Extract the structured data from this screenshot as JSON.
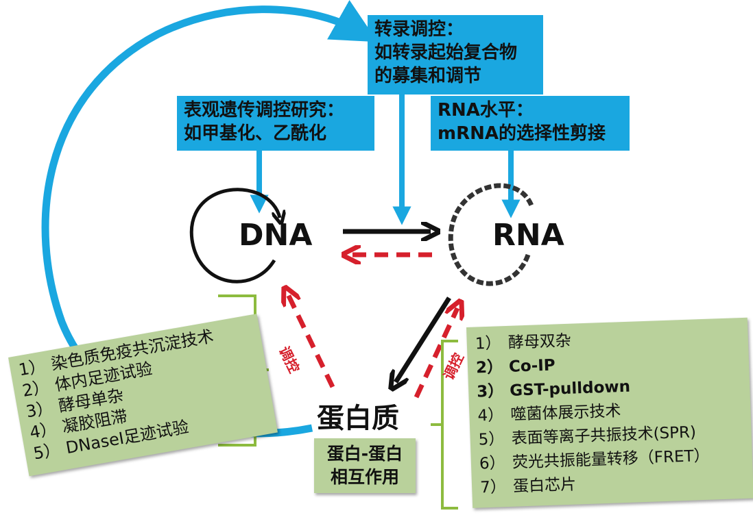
{
  "top_box": {
    "lines": [
      "转录调控：",
      "如转录起始复合物",
      "的募集和调节"
    ]
  },
  "left_box": {
    "lines": [
      "表观遗传调控研究：",
      "如甲基化、乙酰化"
    ]
  },
  "right_box": {
    "lines": [
      "RNA水平：",
      "mRNA的选择性剪接"
    ]
  },
  "nodes": {
    "dna": "DNA",
    "rna": "RNA",
    "protein": "蛋白质"
  },
  "ppi_box": {
    "lines": [
      "蛋白-蛋白",
      "相互作用"
    ]
  },
  "regulate_label": "调控",
  "left_methods": [
    {
      "num": "1）",
      "text": "染色质免疫共沉淀技术"
    },
    {
      "num": "2）",
      "text": "体内足迹试验"
    },
    {
      "num": "3）",
      "text": "酵母单杂"
    },
    {
      "num": "4）",
      "text": "凝胶阻滞"
    },
    {
      "num": "5）",
      "text": "DNaseI足迹试验"
    }
  ],
  "right_methods": [
    {
      "num": "1）",
      "text": "酵母双杂"
    },
    {
      "num": "2）",
      "text": "Co-IP"
    },
    {
      "num": "3）",
      "text": "GST-pulldown"
    },
    {
      "num": "4）",
      "text": "噬菌体展示技术"
    },
    {
      "num": "5）",
      "text": "表面等离子共振技术(SPR)"
    },
    {
      "num": "6）",
      "text": "荧光共振能量转移（FRET）"
    },
    {
      "num": "7）",
      "text": "蛋白芯片"
    }
  ],
  "colors": {
    "blue_box": "#1aa7e0",
    "green_box": "#b9d19b",
    "red_arrow": "#d6202c",
    "brace": "#8dbb3f"
  }
}
